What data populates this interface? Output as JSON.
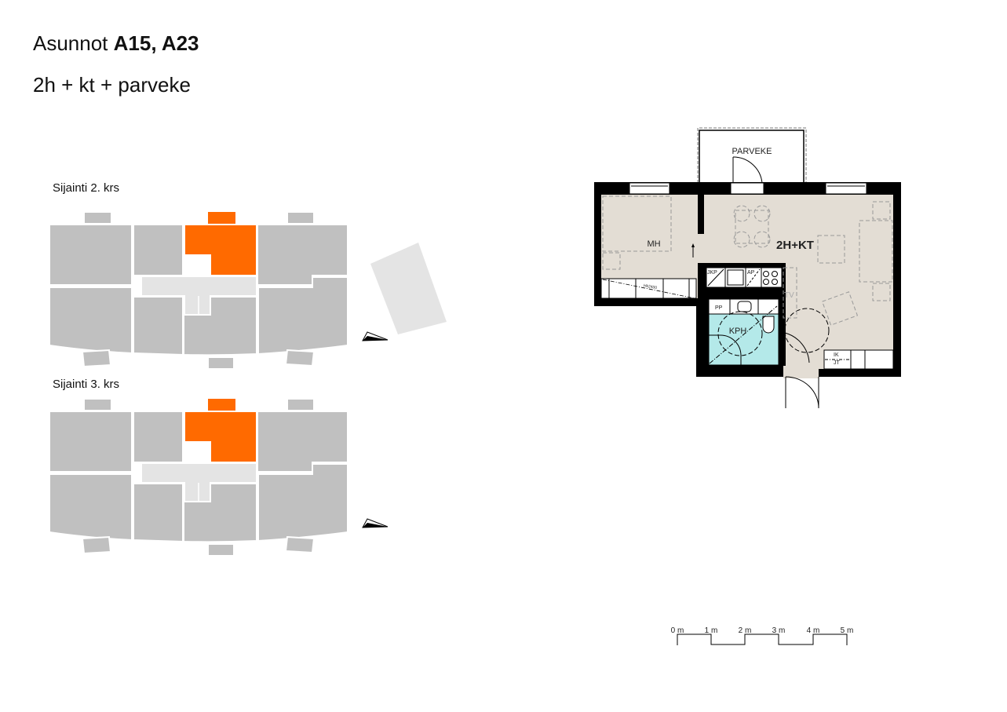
{
  "header": {
    "title_prefix": "Asunnot",
    "title_units": "A15, A23",
    "subtitle": "2h + kt + parveke"
  },
  "location_plans": [
    {
      "label": "Sijainti 2. krs",
      "floor": 2
    },
    {
      "label": "Sijainti 3. krs",
      "floor": 3
    }
  ],
  "floor_plan": {
    "rooms": {
      "balcony": "PARVEKE",
      "bedroom": "MH",
      "living": "2H+KT",
      "bathroom": "KPH"
    },
    "fixtures": {
      "jkp": "JKP",
      "ap": "AP",
      "pp": "PP",
      "tv": "TV",
      "ik": "IK",
      "jt": "JT",
      "wardrobe": "Hk2400"
    }
  },
  "scale_bar": {
    "ticks": [
      "0 m",
      "1 m",
      "2 m",
      "3 m",
      "4 m",
      "5 m"
    ]
  },
  "colors": {
    "highlight": "#ff6a00",
    "building": "#c0c0c0",
    "corridor": "#e4e4e4",
    "floor": "#e3ddd4",
    "bathroom": "#b4e9e9",
    "wall": "#000000"
  }
}
